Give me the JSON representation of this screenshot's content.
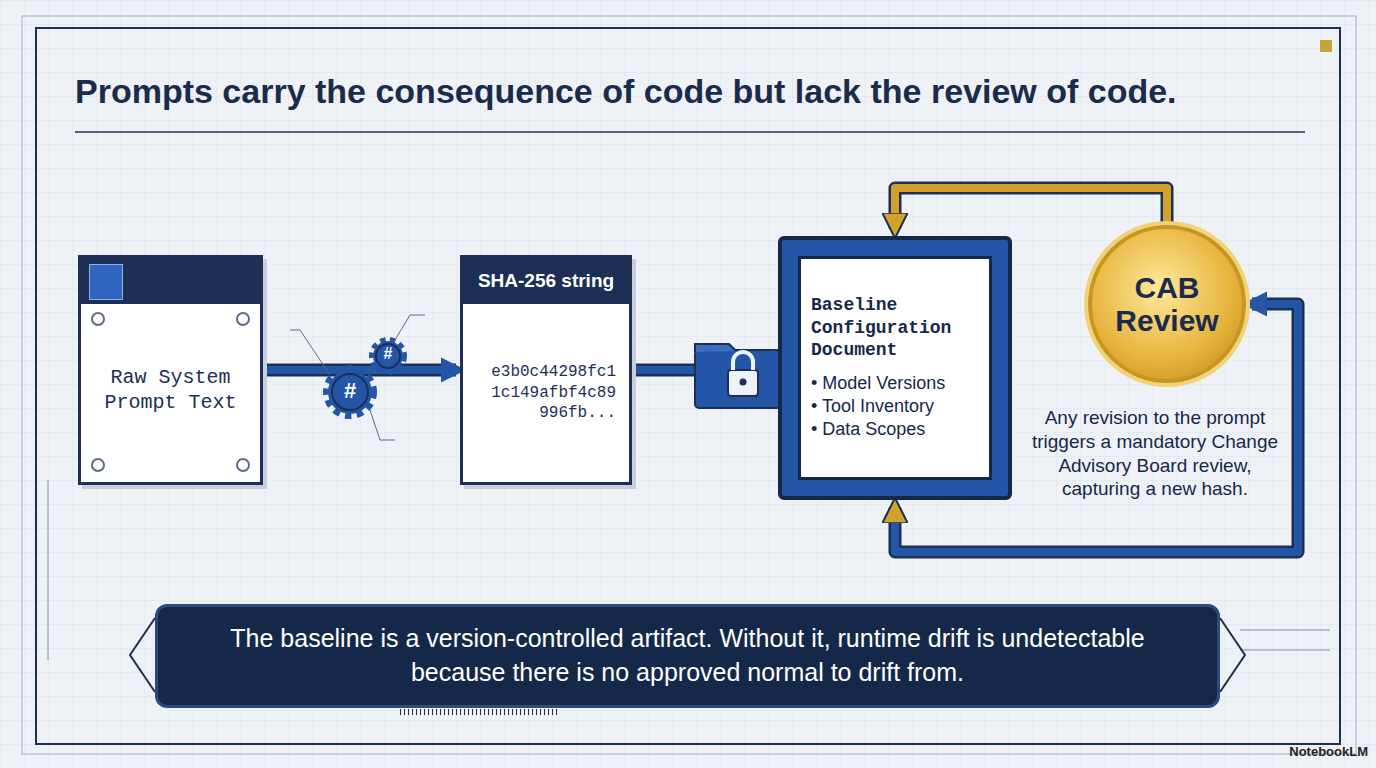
{
  "diagram": {
    "title": "Prompts carry the consequence of code but lack the review of code.",
    "nodes": [
      {
        "text": [
          "Raw System Prompt Text"
        ]
      },
      {
        "text": [
          "SHA-256 string",
          "e3b0c44298fc1 1c149afbf4c89 996fb..."
        ]
      },
      {
        "text": [
          "Baseline Configuration Document",
          "• Model Versions",
          "• Tool Inventory",
          "• Data Scopes"
        ]
      },
      {
        "text": [
          "CAB Review"
        ]
      },
      {
        "text": [
          "The baseline is a version-controlled artifact. Without it, runtime drift is undetectable because there is no approved normal to drift from."
        ]
      }
    ],
    "edges": [
      {
        "from": 0,
        "to": 1,
        "arrow": "to"
      },
      {
        "from": 1,
        "to": 2,
        "arrow": "to"
      },
      {
        "from": 3,
        "to": 2,
        "arrow": "to"
      },
      {
        "from": 3,
        "to": 2,
        "arrow": "both"
      }
    ],
    "labels": [
      "#",
      "#",
      "Any revision to the prompt triggers a mandatory Change Advisory Board review, capturing a new hash.",
      "NotebookLM"
    ]
  }
}
